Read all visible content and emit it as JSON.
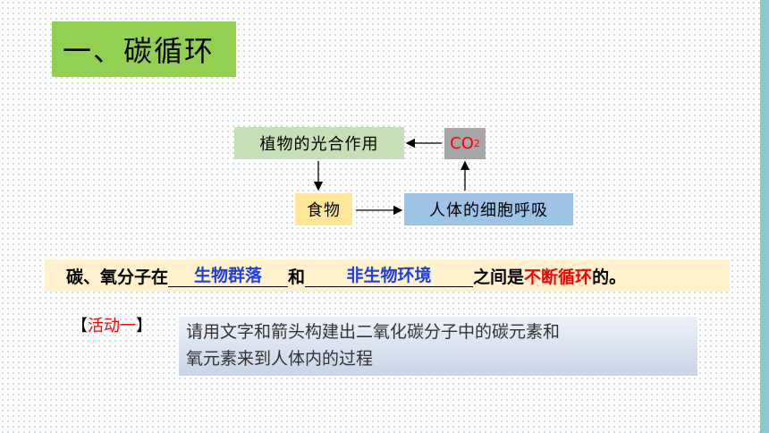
{
  "title": "一、碳循环",
  "diagram": {
    "photosynthesis": "植物的光合作用",
    "co2_main": "CO",
    "co2_sub": "2",
    "food": "食物",
    "respiration": "人体的细胞呼吸"
  },
  "fill_sentence": {
    "part1": "碳、氧分子在",
    "blank1": "生物群落",
    "part2": "和",
    "blank2": "非生物环境",
    "part3": "之间是",
    "highlight": "不断循环",
    "part4": "的。"
  },
  "activity": {
    "bracket_open": "【",
    "label": "活动一",
    "bracket_close": "】",
    "line1": "请用文字和箭头构建出二氧化碳分子中的碳元素和",
    "line2": "氧元素来到人体内的过程"
  },
  "colors": {
    "title_bg": "#92d050",
    "blank_text": "#1f3fe0",
    "highlight": "#ff0000",
    "edge_bar": "#8fc7cf"
  }
}
